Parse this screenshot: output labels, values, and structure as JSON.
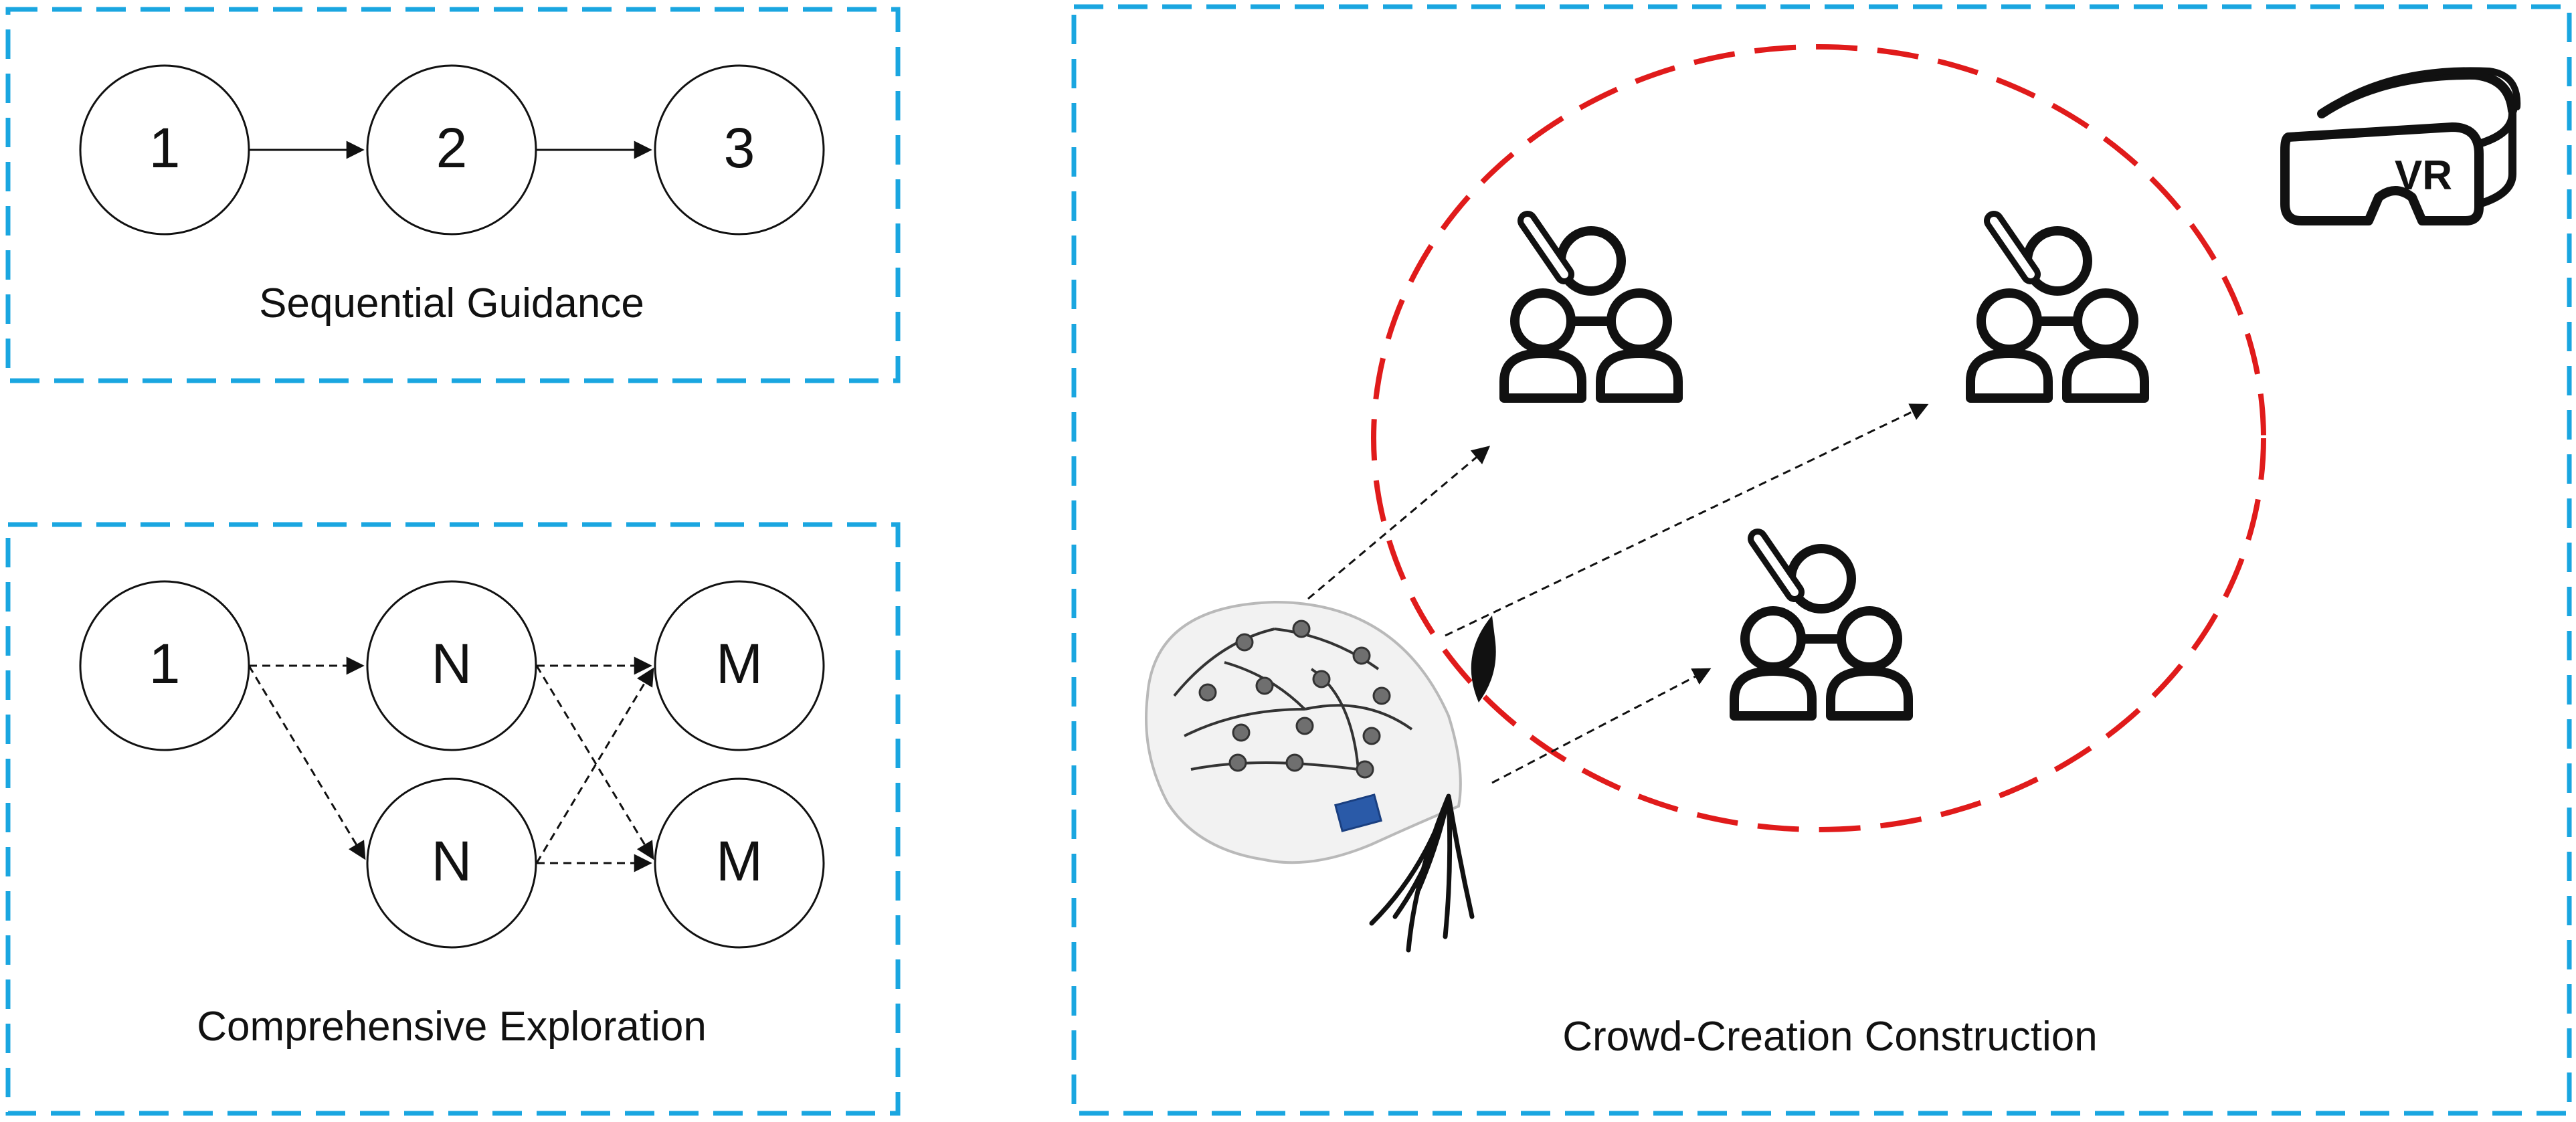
{
  "panels": {
    "sequential": {
      "caption": "Sequential Guidance",
      "nodes": [
        "1",
        "2",
        "3"
      ]
    },
    "comprehensive": {
      "caption": "Comprehensive Exploration",
      "nodes": [
        "1",
        "N",
        "M",
        "N",
        "M"
      ]
    },
    "crowd": {
      "caption": "Crowd-Creation Construction",
      "vr_label": "VR"
    }
  },
  "colors": {
    "panel_border": "#1aa6e0",
    "circle_border": "#e01b1b",
    "stroke": "#111111"
  },
  "icons": [
    "group-icon",
    "vr-headset-icon",
    "eeg-cap-icon"
  ]
}
